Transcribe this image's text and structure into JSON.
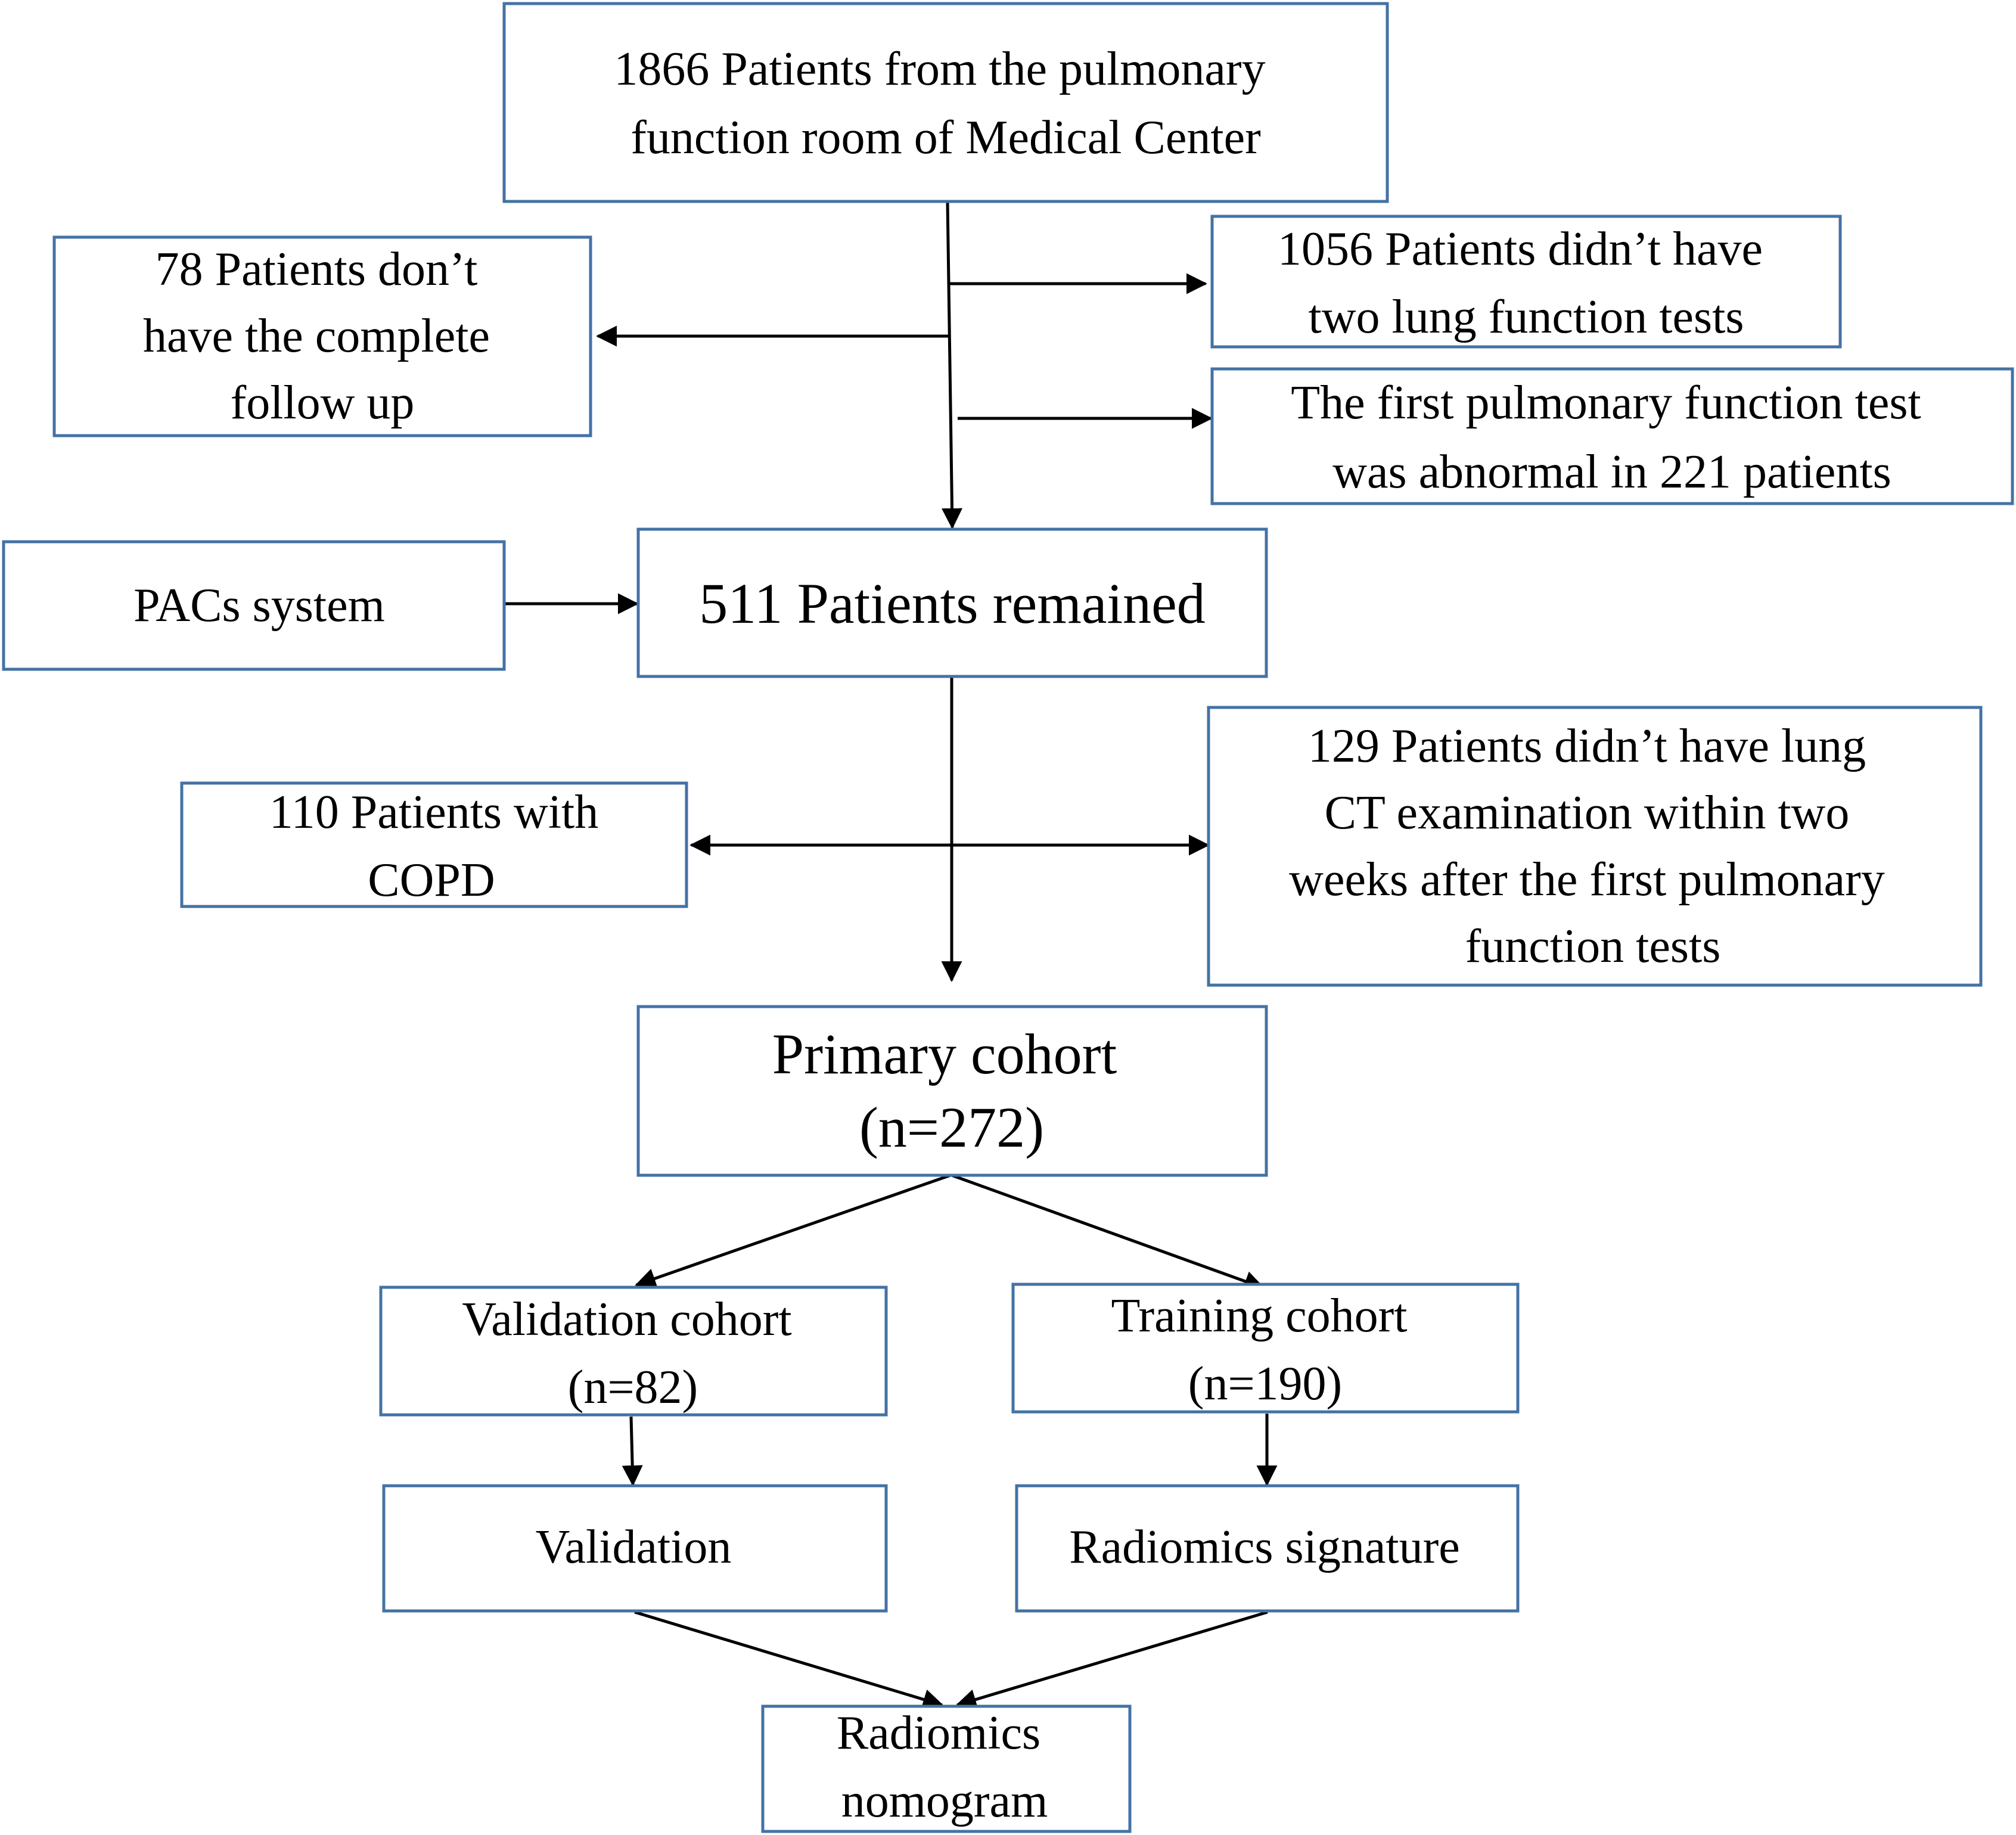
{
  "nodes": {
    "total": [
      "1866 Patients from the pulmonary",
      "function room of Medical Center"
    ],
    "no_followup": [
      "78 Patients don’t",
      "have the complete",
      "follow up"
    ],
    "no_two_tests": [
      "1056 Patients didn’t have",
      "two lung function tests"
    ],
    "first_abnormal": [
      "The first pulmonary function test",
      "was abnormal in 221 patients"
    ],
    "pacs": [
      "PACs system"
    ],
    "remained": [
      "511 Patients remained"
    ],
    "copd": [
      "110 Patients with",
      "COPD"
    ],
    "no_ct": [
      "129 Patients didn’t have lung",
      "CT examination within two",
      "weeks after the first pulmonary",
      "function tests"
    ],
    "primary": [
      "Primary cohort",
      "(n=272)"
    ],
    "validation_cohort": [
      "Validation cohort",
      "(n=82)"
    ],
    "training_cohort": [
      "Training cohort",
      "(n=190)"
    ],
    "validation": [
      "Validation"
    ],
    "radiomics_signature": [
      "Radiomics signature"
    ],
    "nomogram": [
      "Radiomics",
      "nomogram"
    ]
  },
  "style": {
    "box_stroke": "#4472a4",
    "arrow_color": "#000000",
    "text_color": "#000000"
  }
}
